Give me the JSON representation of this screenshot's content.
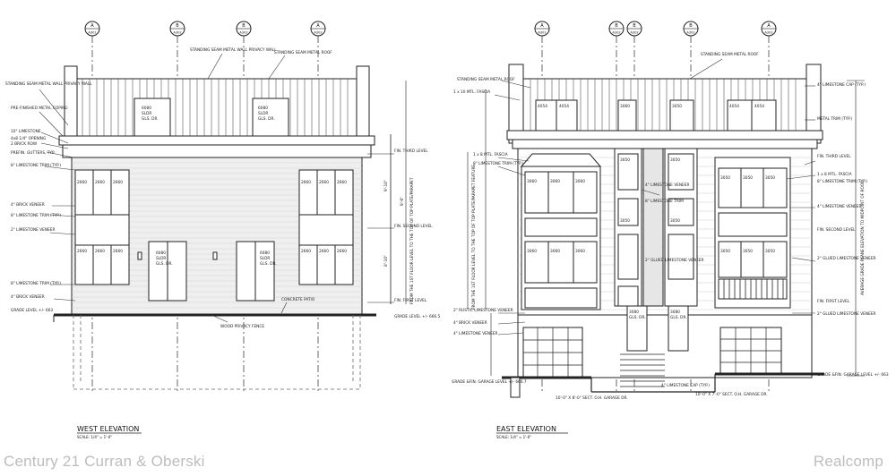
{
  "drawing": {
    "west": {
      "title": "WEST ELEVATION",
      "scale": "SCALE: 1/4\" = 1'-0\"",
      "section_tags": [
        {
          "letter": "A",
          "sheet": "A301"
        },
        {
          "letter": "B",
          "sheet": "A302"
        },
        {
          "letter": "B",
          "sheet": "A302"
        },
        {
          "letter": "A",
          "sheet": "A302"
        }
      ],
      "window_tags": [
        "2660",
        "2660",
        "2660",
        "2660",
        "2660",
        "2660"
      ],
      "door_tags": [
        "6080",
        "SLDR",
        "GLS. DR."
      ],
      "dormer_tags": [
        "6080",
        "SLDR",
        "GLS. DR."
      ],
      "notes_left": [
        "STANDING SEAM METAL WALL PRIVACY WALL",
        "PRE-FINISHED METAL COPING",
        "10\" LIMESTONE",
        "4x8 1/4\" OPENING",
        "2 BRICK ROW",
        "PREFIN. GUTTERS, TYP.",
        "8\" LIMESTONE TRIM (TYP.)",
        "4\" BRICK VENEER",
        "8\" LIMESTONE TRIM (TYP.)",
        "2\" LIMESTONE VENEER",
        "8\" LIMESTONE TRIM (TYP.)",
        "4\" BRICK VENEER",
        "GRADE LEVEL +/- 663"
      ],
      "notes_top": [
        "STANDING SEAM METAL WALL PRIVACY WALL",
        "STANDING SEAM METAL ROOF"
      ],
      "levels": [
        "FIN. THIRD LEVEL",
        "FIN. SECOND LEVEL",
        "FIN. FIRST LEVEL",
        "GRADE LEVEL +/- 666.5"
      ],
      "bottom_notes": [
        "WOOD PRIVACY FENCE",
        "CONCRETE PATIO"
      ],
      "dims": [
        "9'-10\"",
        "8'-10\"",
        "9'-0\""
      ],
      "vertical_note": "FROM THE 1ST FLOOR LEVEL TO THE TOP OF TOP PLATE/PARAPET"
    },
    "east": {
      "title": "EAST ELEVATION",
      "scale": "SCALE: 1/4\" = 1'-0\"",
      "section_tags": [
        {
          "letter": "A",
          "sheet": "A301"
        },
        {
          "letter": "B",
          "sheet": "A302"
        },
        {
          "letter": "B",
          "sheet": "A302"
        },
        {
          "letter": "B",
          "sheet": "A302"
        },
        {
          "letter": "A",
          "sheet": "A302"
        }
      ],
      "window_tags": [
        "4054",
        "4054",
        "3060",
        "3050",
        "3060",
        "3050",
        "3050",
        "3050"
      ],
      "door_tags": [
        "3080",
        "GLS. DR."
      ],
      "notes_left": [
        "STANDING SEAM METAL ROOF",
        "1 x 10 MTL. FASCIA",
        "1 x 8 MTL. FASCIA",
        "8\" LIMESTONE TRIM (TYP.)",
        "2\" RUSTIC LIMESTONE VENEER",
        "4\" BRICK VENEER",
        "4\" LIMESTONE VENEER",
        "GRADE &FIN. GARAGE LEVEL +/- 666.7"
      ],
      "notes_mid": [
        "4\" LIMESTONE VENEER",
        "8\" LIMESTONE TRIM",
        "2\" GLUED LIMESTONE VENEER"
      ],
      "notes_right": [
        "4\" LIMESTONE CAP (TYP.)",
        "METAL TRIM (TYP.)",
        "FIN. THIRD LEVEL",
        "1 x 8 MTL. FASCIA",
        "8\" LIMESTONE TRIM (TYP.)",
        "4\" LIMESTONE VENEER",
        "FIN. SECOND LEVEL",
        "2\" GLUED LIMESTONE VENEER",
        "FIN. FIRST LEVEL",
        "2\" GLUED LIMESTONE VENEER",
        "GRADE &FIN. GARAGE LEVEL +/- 663"
      ],
      "notes_top": [
        "STANDING SEAM METAL ROOF"
      ],
      "garage_labels": [
        "10'-0\" X 8'-0\" SECT. O.H. GARAGE DR.",
        "10'-0\" X 7'-0\" SECT. O.H. GARAGE DR."
      ],
      "cap_label": "4\" LIMESTONE CAP (TYP.)",
      "vertical_note_left": "FROM THE 1ST FLOOR LEVEL TO THE TOP OF TOP PLATE/PARAPET FEATURE",
      "vertical_note_right": "AVERAGE GRADE PLANE ELEVATION TO MIDPOINT OF ROOF"
    }
  },
  "watermarks": {
    "left": "Century 21 Curran & Oberski",
    "right": "Realcomp"
  }
}
